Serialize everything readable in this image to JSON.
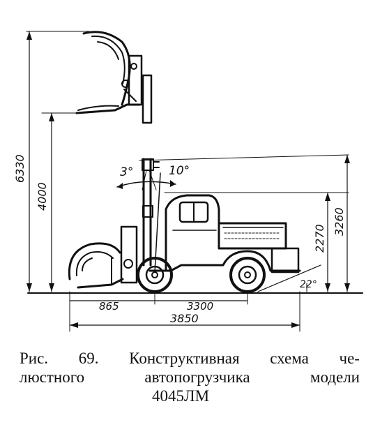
{
  "dimensions": {
    "total_height": "6330",
    "lift_height": "4000",
    "cab_height": "2270",
    "overall_height": "3260",
    "front_overhang": "865",
    "wheelbase": "3300",
    "total_length": "3850"
  },
  "angles": {
    "tilt_back": "3°",
    "tilt_forward": "10°",
    "rear_angle": "22°"
  },
  "caption": {
    "line1_a": "Рис.",
    "line1_b": "69.",
    "line1_c": "Конструктивная",
    "line1_d": "схема",
    "line1_e": "че-",
    "line2_a": "люстного",
    "line2_b": "автопогрузчика",
    "line2_c": "модели",
    "line3": "4045ЛМ"
  }
}
